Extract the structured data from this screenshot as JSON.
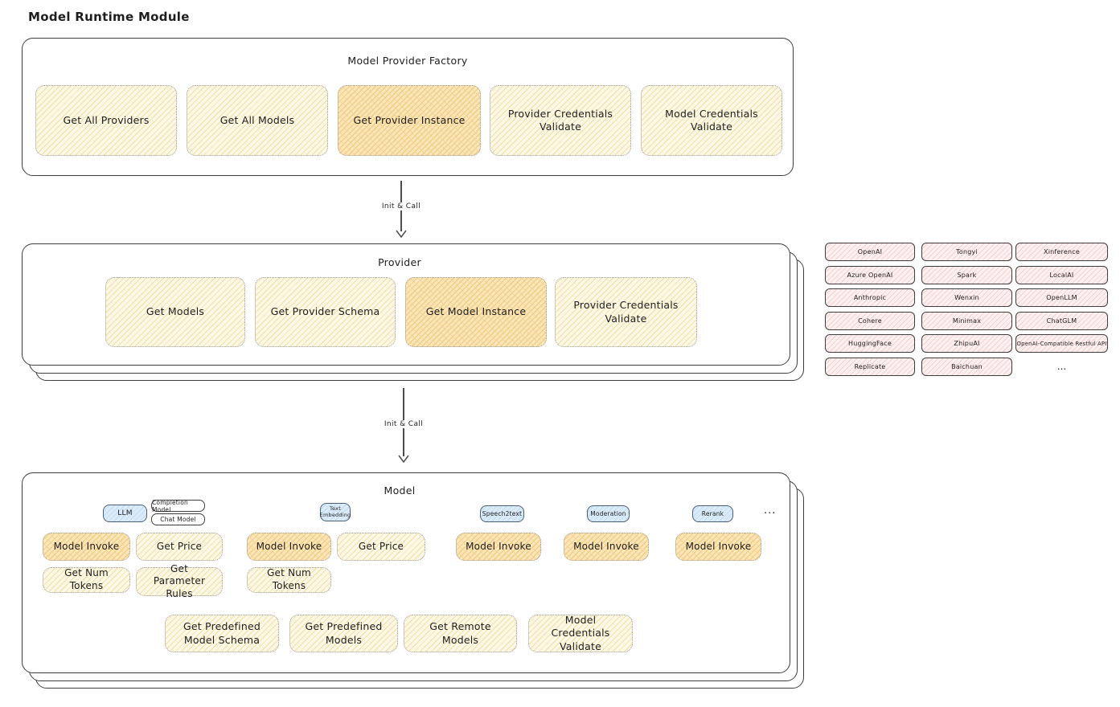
{
  "page": {
    "title": "Model Runtime Module"
  },
  "factory": {
    "title": "Model Provider Factory",
    "items": [
      {
        "label": "Get All Providers",
        "highlight": false
      },
      {
        "label": "Get All Models",
        "highlight": false
      },
      {
        "label": "Get Provider Instance",
        "highlight": true
      },
      {
        "label": "Provider Credentials Validate",
        "highlight": false
      },
      {
        "label": "Model Credentials Validate",
        "highlight": false
      }
    ]
  },
  "arrows": {
    "label1": "Init & Call",
    "label2": "Init & Call"
  },
  "provider": {
    "title": "Provider",
    "items": [
      {
        "label": "Get Models",
        "highlight": false
      },
      {
        "label": "Get Provider Schema",
        "highlight": false
      },
      {
        "label": "Get Model Instance",
        "highlight": true
      },
      {
        "label": "Provider Credentials Validate",
        "highlight": false
      }
    ]
  },
  "provider_list": {
    "col1": [
      "OpenAI",
      "Azure OpenAI",
      "Anthropic",
      "Cohere",
      "HuggingFace",
      "Replicate"
    ],
    "col2": [
      "Tongyi",
      "Spark",
      "Wenxin",
      "Minimax",
      "ZhipuAI",
      "Baichuan"
    ],
    "col3": [
      "Xinference",
      "LocalAI",
      "OpenLLM",
      "ChatGLM",
      "OpenAI-Compatible Restful API"
    ],
    "more": "..."
  },
  "model": {
    "title": "Model",
    "types": {
      "llm": "LLM",
      "completion_model": "Completion Model",
      "chat_model": "Chat Model",
      "text_embedding": "Text Embedding",
      "speech2text": "Speech2text",
      "moderation": "Moderation",
      "rerank": "Rerank",
      "more": "..."
    },
    "ops": {
      "model_invoke": "Model Invoke",
      "get_price": "Get Price",
      "get_num_tokens": "Get Num Tokens",
      "get_parameter_rules": "Get Parameter Rules"
    },
    "bottom": [
      {
        "label": "Get Predefined Model Schema"
      },
      {
        "label": "Get Predefined Models"
      },
      {
        "label": "Get Remote Models"
      },
      {
        "label": "Model Credentials Validate"
      }
    ]
  },
  "colors": {
    "c_ink": "#1e1e1e",
    "c_border": "#3d3d3d",
    "c_dotted": "#9a9a9a",
    "c_arrow": "#4c4c4c",
    "c_yellow_bg": "#fdf8e6",
    "c_yellow_line": "#f2dfa6",
    "c_orange_bg": "#fbe7ba",
    "c_orange_line": "#f3cd86",
    "c_pink_bg": "#fdf0f0",
    "c_pink_line": "#f6cfcf",
    "c_blue_bg": "#dcebf9",
    "c_blue_line": "#c2dcf2"
  }
}
